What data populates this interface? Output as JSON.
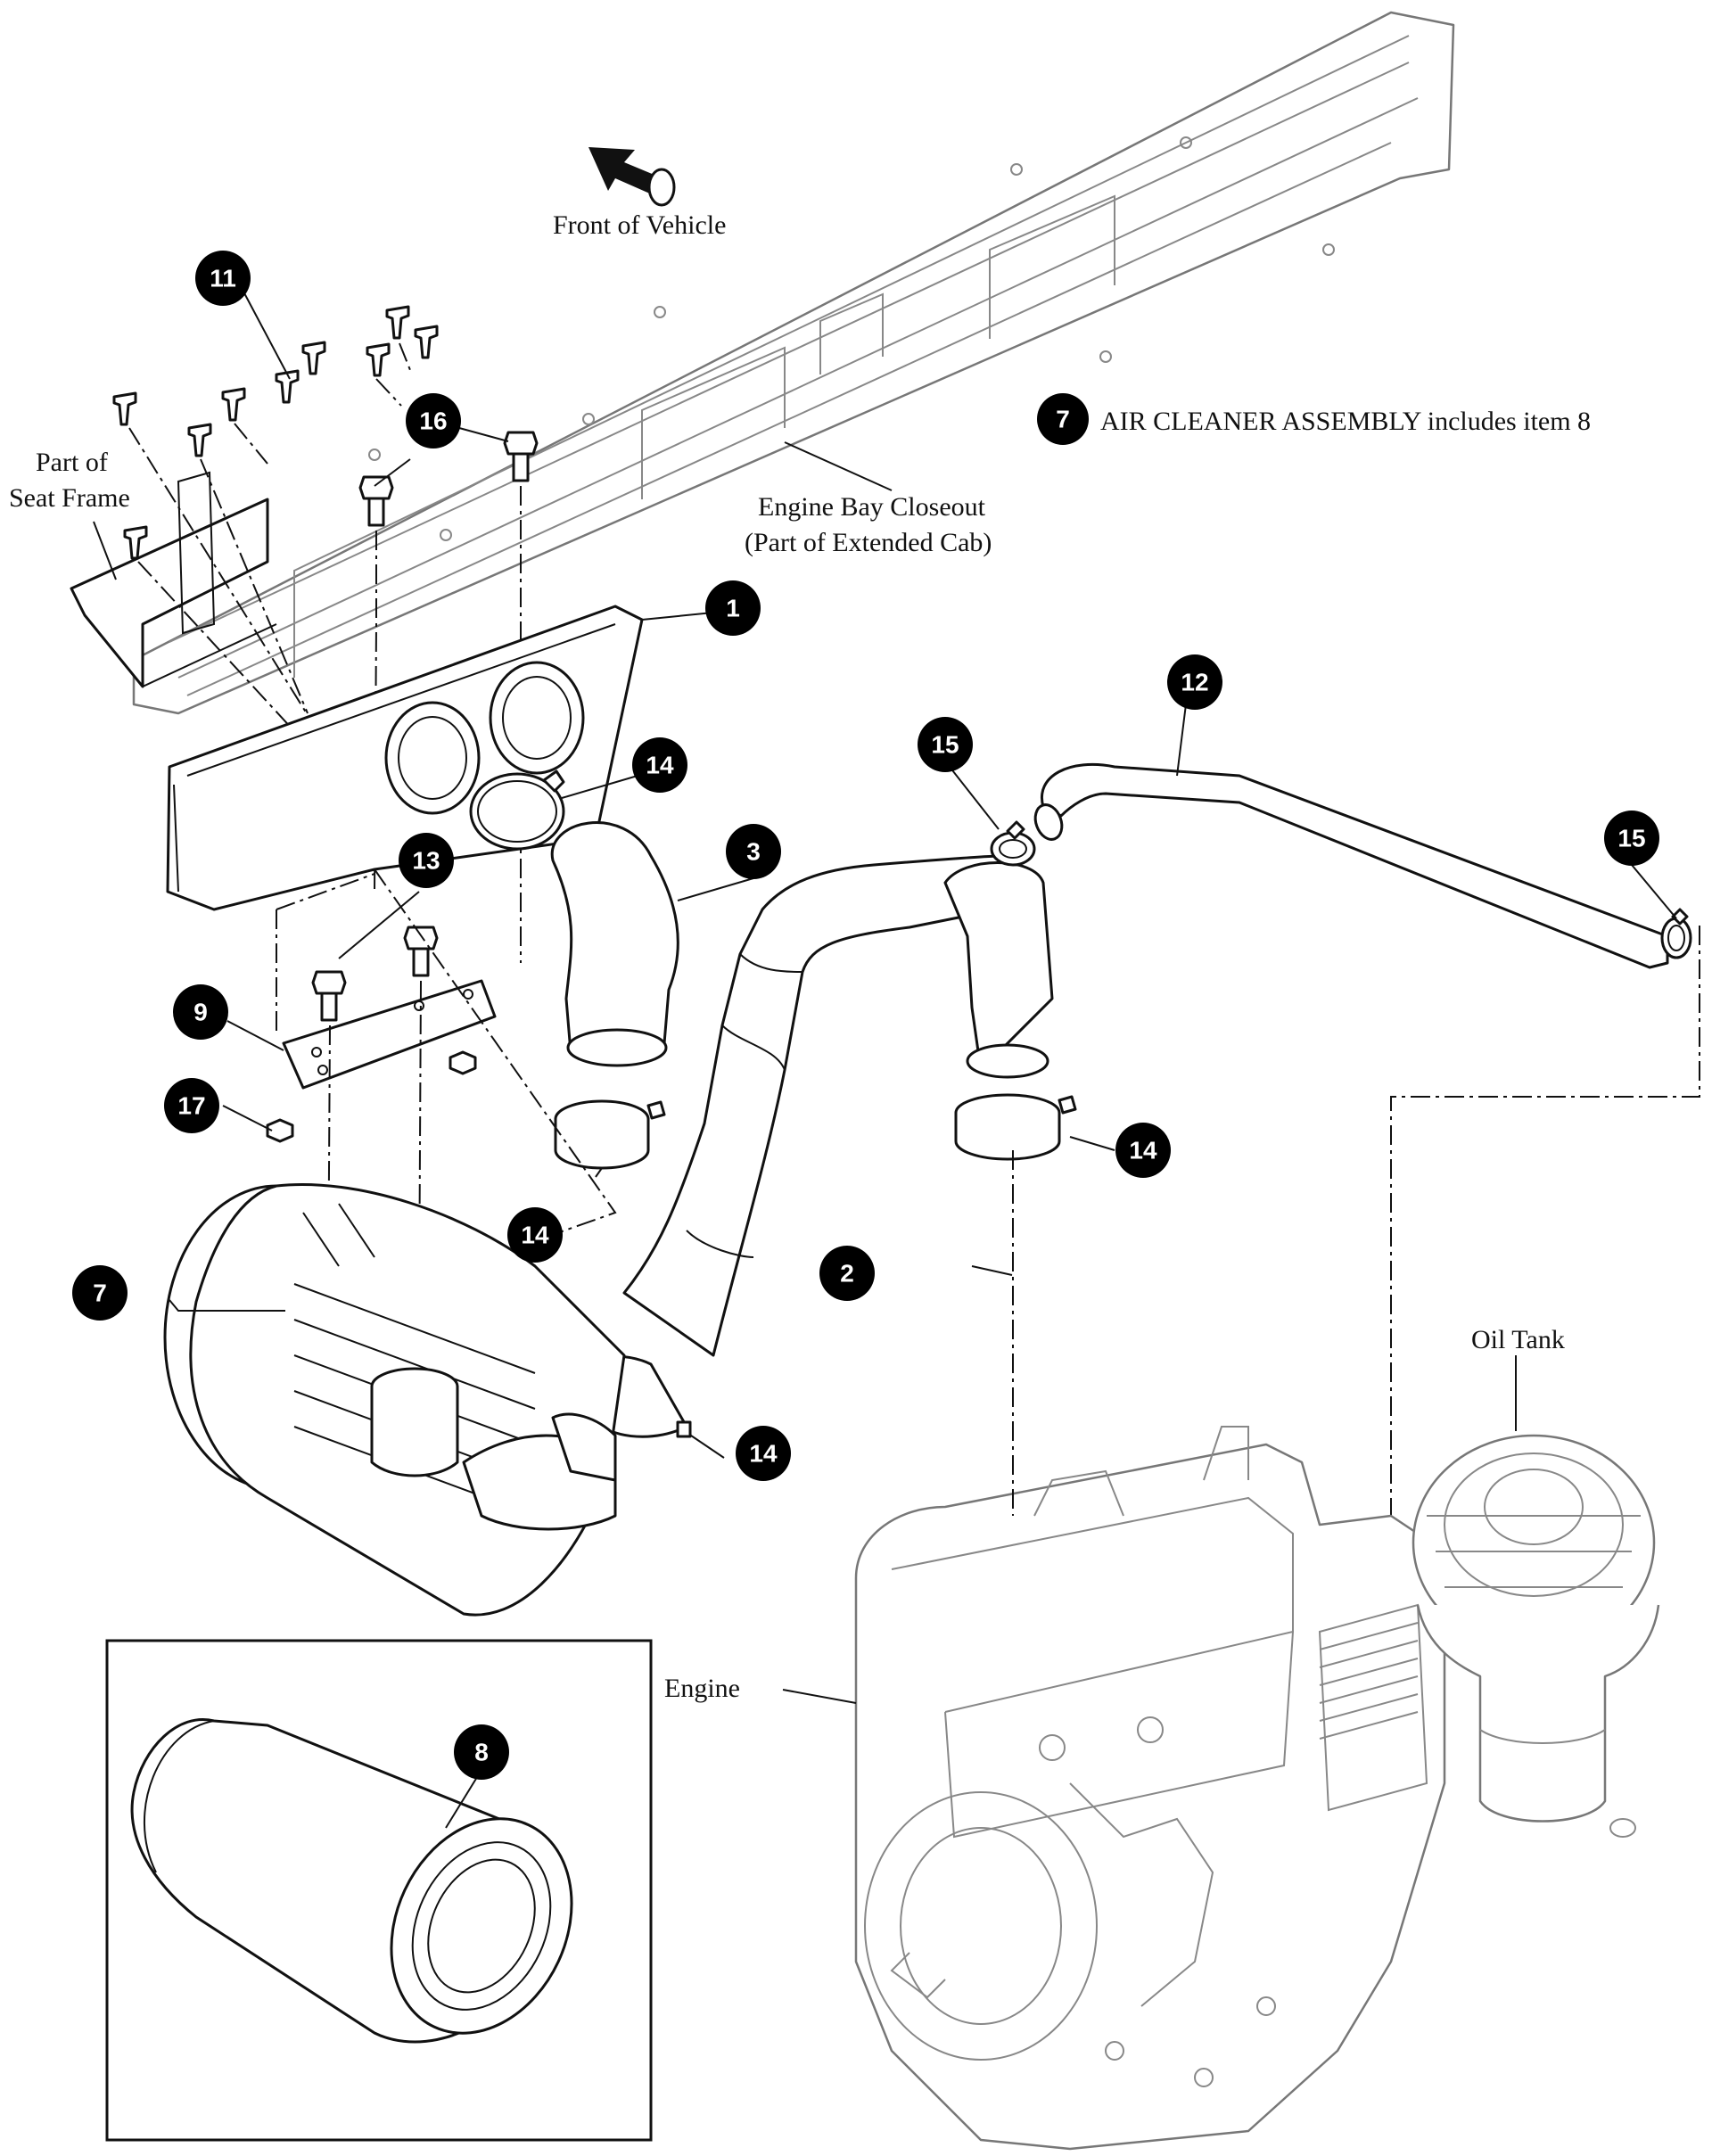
{
  "labels": {
    "front_of_vehicle": "Front of Vehicle",
    "note_badge": "7",
    "note_text": "AIR CLEANER ASSEMBLY includes item 8",
    "seat_frame_line1": "Part of",
    "seat_frame_line2": "Seat Frame",
    "closeout_line1": "Engine Bay Closeout",
    "closeout_line2": "(Part of Extended Cab)",
    "engine": "Engine",
    "oil_tank": "Oil Tank"
  },
  "callouts": {
    "c1": "1",
    "c2": "2",
    "c3": "3",
    "c7": "7",
    "c8": "8",
    "c9": "9",
    "c11": "11",
    "c12": "12",
    "c13": "13",
    "c14a": "14",
    "c14b": "14",
    "c14c": "14",
    "c14d": "14",
    "c15a": "15",
    "c15b": "15",
    "c16": "16",
    "c17": "17"
  },
  "colors": {
    "callout_fill": "#000000",
    "line": "#111111",
    "engine_line": "#888888"
  }
}
